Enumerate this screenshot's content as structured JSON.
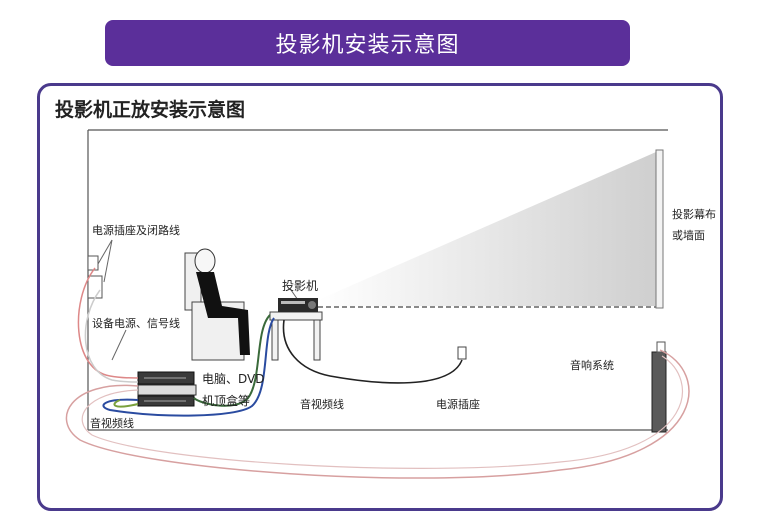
{
  "header": {
    "title": "投影机安装示意图"
  },
  "panel": {
    "subtitle": "投影机正放安装示意图"
  },
  "labels": {
    "power_socket_loop": "电源插座及闭路线",
    "device_power_signal": "设备电源、信号线",
    "computer_dvd": "电脑、DVD",
    "set_top_box": "机顶盒等",
    "av_cable_left": "音视频线",
    "av_cable_mid": "音视频线",
    "projector": "投影机",
    "power_socket": "电源插座",
    "speaker_system": "音响系统",
    "screen_line1": "投影幕布",
    "screen_line2": "或墙面"
  }
}
